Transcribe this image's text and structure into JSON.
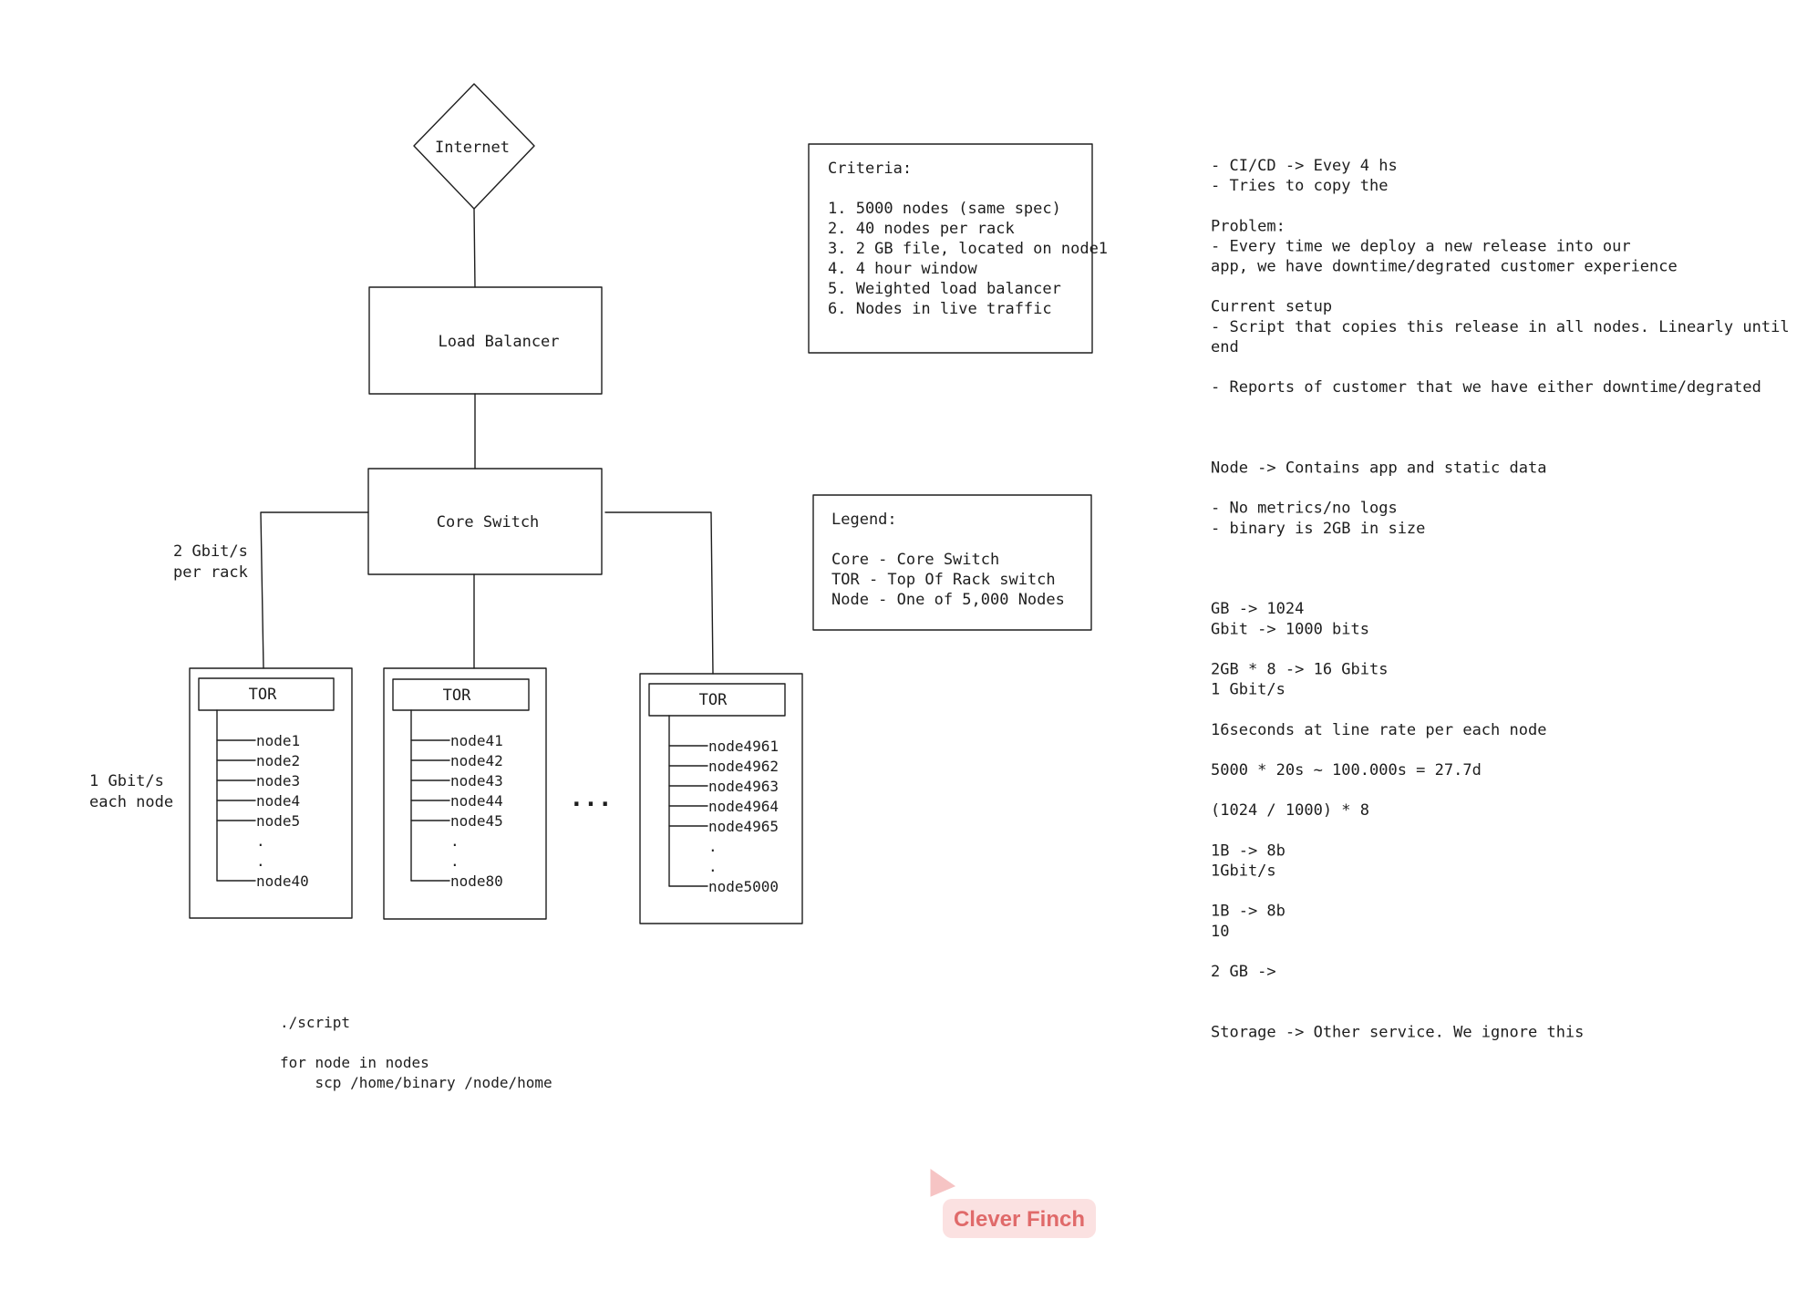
{
  "diagram": {
    "internet": "Internet",
    "load_balancer": "Load Balancer",
    "core_switch": "Core Switch",
    "link_core_tor": [
      "2 Gbit/s",
      "per rack"
    ],
    "link_tor_node": [
      "1 Gbit/s",
      "each node"
    ],
    "ellipsis": "...",
    "racks": [
      {
        "tor": "TOR",
        "nodes": [
          "node1",
          "node2",
          "node3",
          "node4",
          "node5",
          ".",
          ".",
          "node40"
        ]
      },
      {
        "tor": "TOR",
        "nodes": [
          "node41",
          "node42",
          "node43",
          "node44",
          "node45",
          ".",
          ".",
          "node80"
        ]
      },
      {
        "tor": "TOR",
        "nodes": [
          "node4961",
          "node4962",
          "node4963",
          "node4964",
          "node4965",
          ".",
          ".",
          "node5000"
        ]
      }
    ]
  },
  "criteria": {
    "title": "Criteria:",
    "items": [
      "1. 5000 nodes (same spec)",
      "2. 40 nodes per rack",
      "3. 2 GB file, located on node1",
      "4. 4 hour window",
      "5. Weighted load balancer",
      "6. Nodes in live traffic"
    ]
  },
  "legend": {
    "title": "Legend:",
    "items": [
      "Core - Core Switch",
      "TOR - Top Of Rack switch",
      "Node - One of 5,000 Nodes"
    ]
  },
  "script_block": {
    "lines": [
      "./script",
      "",
      "for node in nodes",
      "    scp /home/binary /node/home"
    ]
  },
  "notes": {
    "lines": [
      "- CI/CD -> Evey 4 hs",
      "- Tries to copy the",
      "",
      "Problem:",
      "- Every time we deploy a new release into our",
      "app, we have downtime/degrated customer experience",
      "",
      "Current setup",
      "- Script that copies this release in all nodes. Linearly until",
      "end",
      "",
      "- Reports of customer that we have either downtime/degrated",
      "",
      "",
      "",
      "Node -> Contains app and static data",
      "",
      "- No metrics/no logs",
      "- binary is 2GB in size",
      "",
      "",
      "",
      "GB -> 1024",
      "Gbit -> 1000 bits",
      "",
      "2GB * 8 -> 16 Gbits",
      "1 Gbit/s",
      "",
      "16seconds at line rate per each node",
      "",
      "5000 * 20s ~ 100.000s = 27.7d",
      "",
      "(1024 / 1000) * 8",
      "",
      "1B -> 8b",
      "1Gbit/s",
      "",
      "1B -> 8b",
      "10",
      "",
      "2 GB ->",
      "",
      "",
      "Storage -> Other service. We ignore this"
    ]
  },
  "collaborator": {
    "name": "Clever Finch",
    "color": "#e06a6a"
  }
}
